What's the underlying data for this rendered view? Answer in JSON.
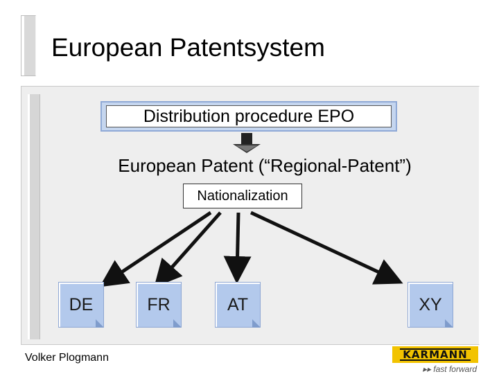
{
  "slide": {
    "title": "European Patentsystem",
    "procedure_box": "Distribution procedure EPO",
    "european_patent": "European Patent (“Regional-Patent”)",
    "nationalization": "Nationalization",
    "countries": [
      {
        "code": "DE"
      },
      {
        "code": "FR"
      },
      {
        "code": "AT"
      },
      {
        "code": "XY"
      }
    ],
    "author": "Volker Plogmann"
  },
  "logo": {
    "brand": "KARMANN",
    "tagline": "fast forward"
  },
  "colors": {
    "accent_box": "#c5d6ef",
    "country_fill": "#b3c9ec",
    "logo_yellow": "#f2c300"
  }
}
